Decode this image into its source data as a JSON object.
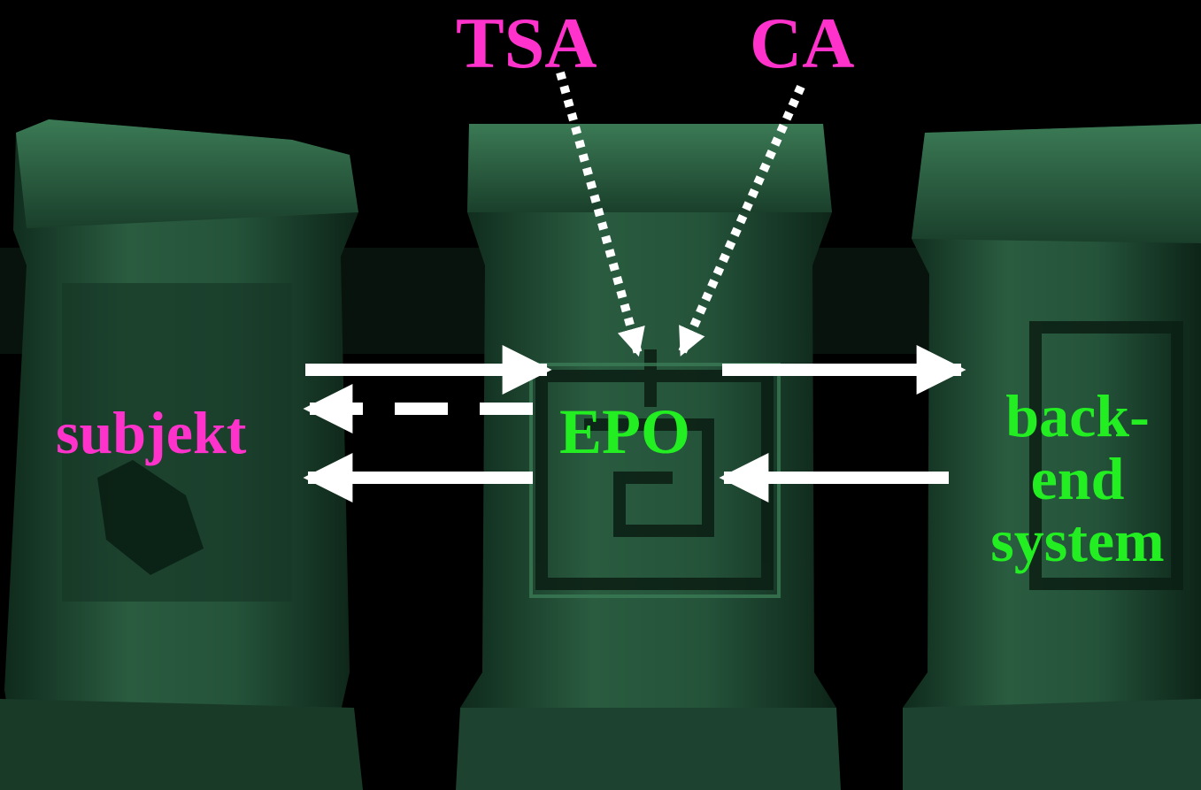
{
  "labels": {
    "tsa": "TSA",
    "ca": "CA",
    "subject": "subjekt",
    "epo": "EPO",
    "backend": [
      "back-",
      "end",
      "system"
    ]
  },
  "colors": {
    "background": "#000000",
    "magenta": "#ff33cc",
    "green": "#22ee22",
    "arrow": "#ffffff",
    "stone": "#1f4a33",
    "stone_dark": "#0f2a1c",
    "stone_light": "#3b7a55"
  },
  "arrows": [
    {
      "from": "subjekt",
      "to": "EPO",
      "style": "solid"
    },
    {
      "from": "EPO",
      "to": "subjekt",
      "style": "dashed"
    },
    {
      "from": "EPO",
      "to": "subjekt",
      "style": "solid"
    },
    {
      "from": "EPO",
      "to": "back-end system",
      "style": "solid"
    },
    {
      "from": "back-end system",
      "to": "EPO",
      "style": "solid"
    },
    {
      "from": "TSA",
      "to": "EPO",
      "style": "dotted"
    },
    {
      "from": "CA",
      "to": "EPO",
      "style": "dotted"
    }
  ]
}
